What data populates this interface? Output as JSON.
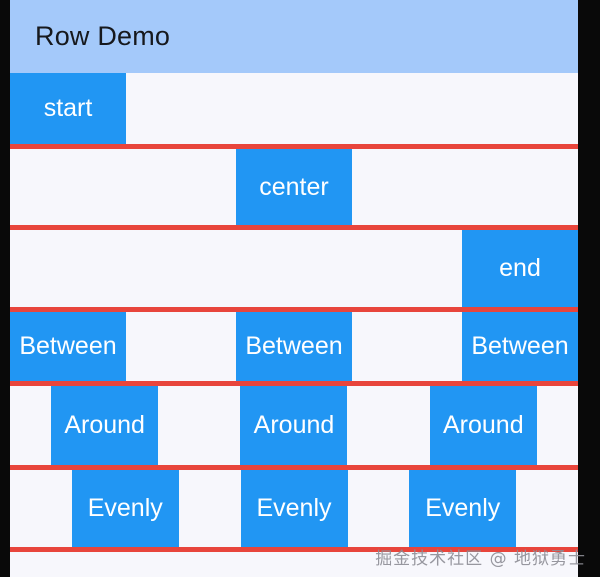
{
  "app": {
    "title": "Row Demo",
    "appbar_color": "#a4c9fa",
    "background_color": "#f7f7fc",
    "box_color": "#2196f3",
    "divider_color": "#e8453c",
    "text_color": "#ffffff"
  },
  "rows": [
    {
      "alignment": "start",
      "boxes": [
        "start"
      ]
    },
    {
      "alignment": "center",
      "boxes": [
        "center"
      ]
    },
    {
      "alignment": "end",
      "boxes": [
        "end"
      ]
    },
    {
      "alignment": "spaceBetween",
      "boxes": [
        "Between",
        "Between",
        "Between"
      ]
    },
    {
      "alignment": "spaceAround",
      "boxes": [
        "Around",
        "Around",
        "Around"
      ]
    },
    {
      "alignment": "spaceEvenly",
      "boxes": [
        "Evenly",
        "Evenly",
        "Evenly"
      ]
    }
  ],
  "watermark": {
    "text": "掘金技术社区 @ 地狱勇士"
  }
}
